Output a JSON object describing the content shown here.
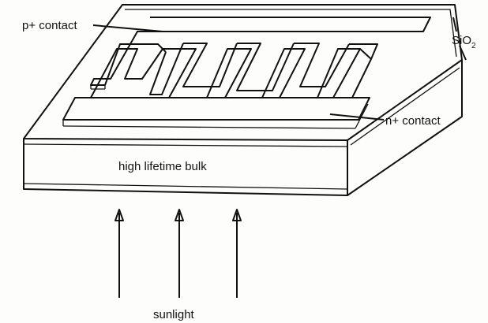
{
  "labels": {
    "p_contact": "p+ contact",
    "n_contact": "n+ contact",
    "oxide_main": "SiO",
    "oxide_subscript": "2",
    "bulk": "high lifetime bulk",
    "sunlight": "sunlight"
  },
  "colors": {
    "ink": "#111111",
    "paper": "#fdfdfc"
  }
}
